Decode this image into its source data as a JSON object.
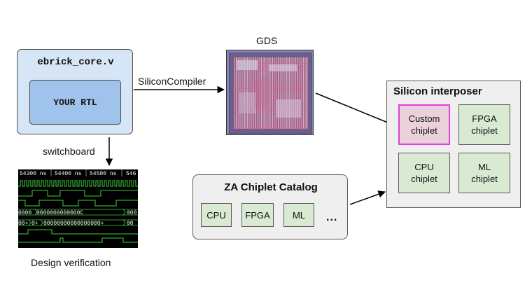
{
  "core": {
    "title": "ebrick_core.v",
    "inner": "YOUR RTL"
  },
  "labels": {
    "siliconcompiler": "SiliconCompiler",
    "gds": "GDS",
    "switchboard": "switchboard",
    "verification": "Design verification"
  },
  "waveform": {
    "times": [
      "54300 ns",
      "54400 ns",
      "54500 ns",
      "546"
    ],
    "bus1": [
      "0000",
      "0000000000000C",
      "000"
    ],
    "bus2": [
      "00+",
      "0+",
      "00000000000000000+",
      "00"
    ]
  },
  "catalog": {
    "title": "ZA Chiplet Catalog",
    "chips": [
      "CPU",
      "FPGA",
      "ML"
    ],
    "ellipsis": "..."
  },
  "interposer": {
    "title": "Silicon interposer",
    "chips": [
      {
        "line1": "Custom",
        "line2": "chiplet"
      },
      {
        "line1": "FPGA",
        "line2": "chiplet"
      },
      {
        "line1": "CPU",
        "line2": "chiplet"
      },
      {
        "line1": "ML",
        "line2": "chiplet"
      }
    ]
  },
  "colors": {
    "core_fill": "#d6e6f7",
    "rtl_fill": "#9fc3ea",
    "chip_fill": "#d9ead3",
    "custom_fill": "#ead1dc",
    "custom_border": "#e040d8",
    "box_gray": "#efefef",
    "wave_green": "#3ecf3e"
  }
}
